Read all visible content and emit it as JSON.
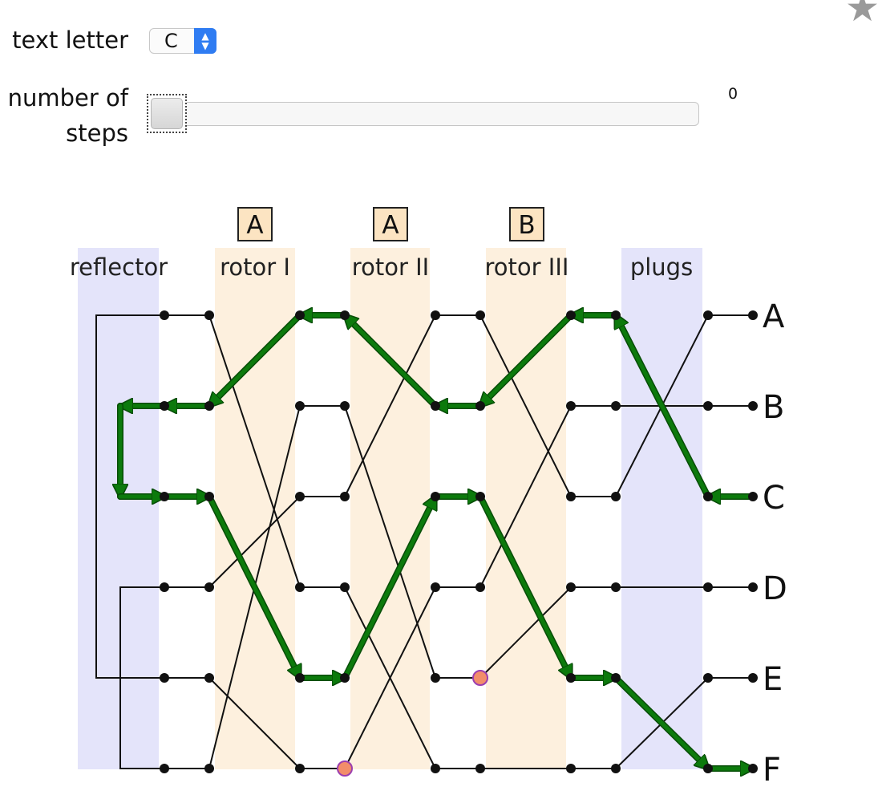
{
  "controls": {
    "letter_label": "text letter",
    "letter_value": "C",
    "steps_label": "number of steps",
    "steps_value": "0",
    "steps_fraction": 0
  },
  "icons": {
    "select_arrows": "up-down-chevron-icon",
    "favorite": "star-icon"
  },
  "rotor_positions": [
    "A",
    "A",
    "B"
  ],
  "columns": [
    "reflector",
    "rotor I",
    "rotor II",
    "rotor III",
    "plugs"
  ],
  "letters": [
    "A",
    "B",
    "C",
    "D",
    "E",
    "F"
  ],
  "colors": {
    "path": "#0c7a0c",
    "path_dark": "#074d07",
    "band_blue": "#e4e4fa",
    "band_orange": "#fdf0de",
    "marker": "#f28d6a",
    "marker_ring": "#9b3eb0",
    "select_accent": "#2f7cf2"
  }
}
